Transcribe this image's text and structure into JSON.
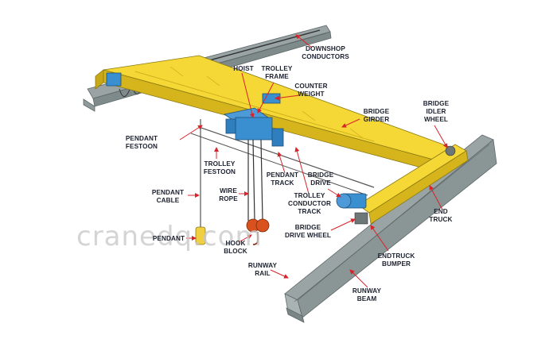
{
  "labels": {
    "downshop_conductors": [
      "DOWNSHOP",
      "CONDUCTORS"
    ],
    "hoist": [
      "HOIST"
    ],
    "trolley_frame": [
      "TROLLEY",
      "FRAME"
    ],
    "counter_weight": [
      "COUNTER",
      "WEIGHT"
    ],
    "bridge_girder": [
      "BRIDGE",
      "GIRDER"
    ],
    "bridge_idler_wheel": [
      "BRIDGE",
      "IDLER",
      "WHEEL"
    ],
    "pendant_festoon": [
      "PENDANT",
      "FESTOON"
    ],
    "trolley_festoon": [
      "TROLLEY",
      "FESTOON"
    ],
    "pendant_cable": [
      "PENDANT",
      "CABLE"
    ],
    "wire_rope": [
      "WIRE",
      "ROPE"
    ],
    "pendant_track": [
      "PENDANT",
      "TRACK"
    ],
    "bridge_drive": [
      "BRIDGE",
      "DRIVE"
    ],
    "trolley_conductor_track": [
      "TROLLEY",
      "CONDUCTOR",
      "TRACK"
    ],
    "end_truck": [
      "END",
      "TRUCK"
    ],
    "pendant": [
      "PENDANT"
    ],
    "hook_block": [
      "HOOK",
      "BLOCK"
    ],
    "bridge_drive_wheel": [
      "BRIDGE",
      "DRIVE WHEEL"
    ],
    "endtruck_bumper": [
      "ENDTRUCK",
      "BUMPER"
    ],
    "runway_rail": [
      "RUNWAY",
      "RAIL"
    ],
    "runway_beam": [
      "RUNWAY",
      "BEAM"
    ]
  },
  "watermark": "cranedq.com",
  "colors": {
    "girder_yellow": "#f5d735",
    "girder_shadow": "#d6b41c",
    "steel_gray": "#8f9a9a",
    "steel_dark": "#5e6868",
    "hoist_blue": "#3a8fd0",
    "hook_orange": "#d9521e",
    "arrow_red": "#d8232a",
    "label_text": "#1d2230"
  }
}
